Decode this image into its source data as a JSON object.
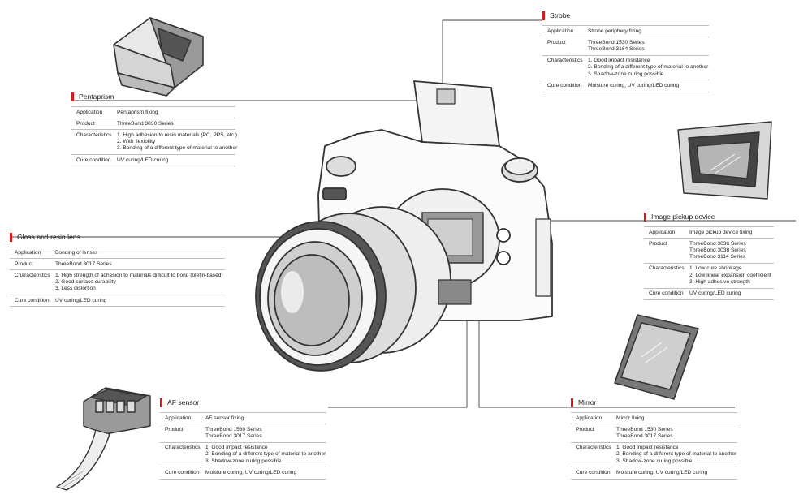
{
  "colors": {
    "accent": "#d7191c",
    "line": "#444444"
  },
  "panels": {
    "strobe": {
      "title": "Strobe",
      "rows": [
        {
          "key": "Application",
          "values": [
            "Strobe periphery fixing"
          ]
        },
        {
          "key": "Product",
          "values": [
            "ThreeBond 1530 Series",
            "ThreeBond 3164 Series"
          ]
        },
        {
          "key": "Characteristics",
          "values": [
            "1. Good impact resistance",
            "2. Bonding of a different type of material to another",
            "3. Shadow-zone curing possible"
          ]
        },
        {
          "key": "Cure condition",
          "values": [
            "Moisture curing, UV curing/LED curing"
          ]
        }
      ]
    },
    "pentaprism": {
      "title": "Pentaprism",
      "rows": [
        {
          "key": "Application",
          "values": [
            "Pentaprism fixing"
          ]
        },
        {
          "key": "Product",
          "values": [
            "ThreeBond 3030 Series"
          ]
        },
        {
          "key": "Characteristics",
          "values": [
            "1. High adhesion to resin materials (PC, PPS, etc.)",
            "2. With flexibility",
            "3. Bonding of a different type of material to another"
          ]
        },
        {
          "key": "Cure condition",
          "values": [
            "UV curing/LED curing"
          ]
        }
      ]
    },
    "image_pickup": {
      "title": "Image pickup device",
      "rows": [
        {
          "key": "Application",
          "values": [
            "Image pickup device fixing"
          ]
        },
        {
          "key": "Product",
          "values": [
            "ThreeBond 3036 Series",
            "ThreeBond 3038 Series",
            "ThreeBond 3114 Series"
          ]
        },
        {
          "key": "Characteristics",
          "values": [
            "1. Low cure shrinkage",
            "2. Low linear expansion coefficient",
            "3. High adhesive strength"
          ]
        },
        {
          "key": "Cure condition",
          "values": [
            "UV curing/LED curing"
          ]
        }
      ]
    },
    "glass_lens": {
      "title": "Glass and resin lens",
      "rows": [
        {
          "key": "Application",
          "values": [
            "Bonding of lenses"
          ]
        },
        {
          "key": "Product",
          "values": [
            "ThreeBond 3017 Series"
          ]
        },
        {
          "key": "Characteristics",
          "values": [
            "1. High strength of adhesion to materials difficult to bond (olefin-based)",
            "2. Good surface curability",
            "3. Less distortion"
          ]
        },
        {
          "key": "Cure condition",
          "values": [
            "UV curing/LED curing"
          ]
        }
      ]
    },
    "af_sensor": {
      "title": "AF sensor",
      "rows": [
        {
          "key": "Application",
          "values": [
            "AF sensor fixing"
          ]
        },
        {
          "key": "Product",
          "values": [
            "ThreeBond 1530 Series",
            "ThreeBond 3017 Series"
          ]
        },
        {
          "key": "Characteristics",
          "values": [
            "1. Good impact resistance",
            "2. Bonding of a different type of material to another",
            "3. Shadow-zone curing possible"
          ]
        },
        {
          "key": "Cure condition",
          "values": [
            "Moisture curing, UV curing/LED curing"
          ]
        }
      ]
    },
    "mirror": {
      "title": "Mirror",
      "rows": [
        {
          "key": "Application",
          "values": [
            "Mirror fixing"
          ]
        },
        {
          "key": "Product",
          "values": [
            "ThreeBond 1530 Series",
            "ThreeBond 3017 Series"
          ]
        },
        {
          "key": "Characteristics",
          "values": [
            "1. Good impact resistance",
            "2. Bonding of a different type of material to another",
            "3. Shadow-zone curing possible"
          ]
        },
        {
          "key": "Cure condition",
          "values": [
            "Moisture curing, UV curing/LED curing"
          ]
        }
      ]
    }
  }
}
